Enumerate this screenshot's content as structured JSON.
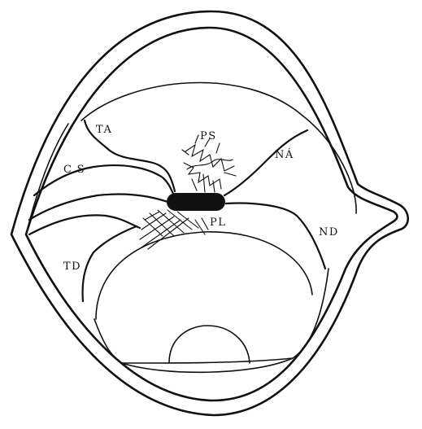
{
  "figure": {
    "labels": {
      "ta": "TA",
      "ps": "PS",
      "cs": "C.S",
      "na": "NÁ",
      "pl": "PL",
      "nd": "ND",
      "td": "TD"
    }
  }
}
